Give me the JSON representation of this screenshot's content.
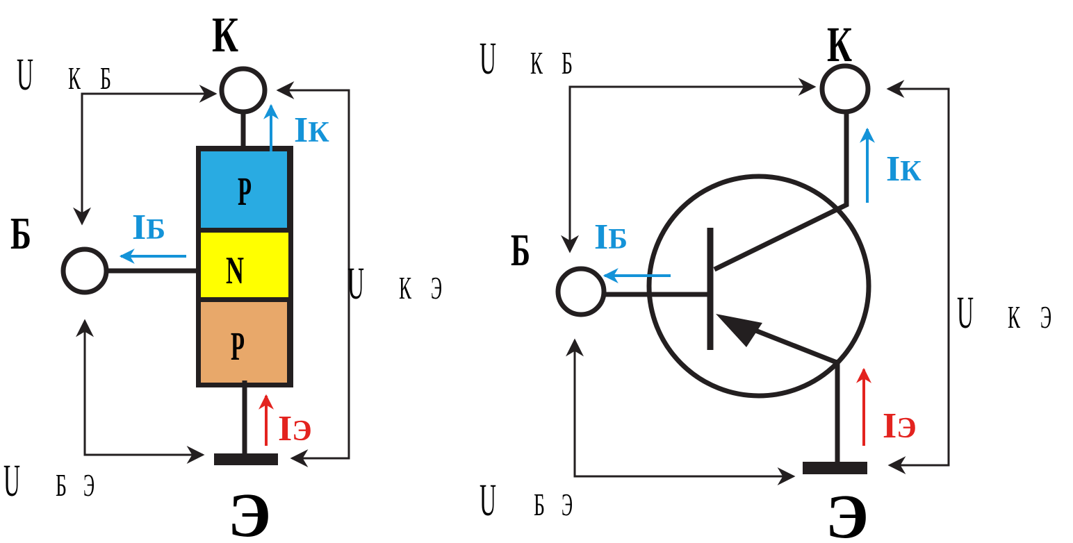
{
  "colors": {
    "p_collector": "#29abe2",
    "n_base": "#ffff00",
    "p_emitter": "#e8a86a",
    "current_blue": "#1493d8",
    "current_red": "#e3231f",
    "line": "#231f20"
  },
  "left": {
    "collector_label": "К",
    "base_label": "Б",
    "emitter_label": "Э",
    "layer_top": "P",
    "layer_mid": "N",
    "layer_bottom": "P",
    "ib": {
      "main": "I",
      "sub": "Б"
    },
    "ik": {
      "main": "I",
      "sub": "К"
    },
    "ie": {
      "main": "I",
      "sub": "Э"
    },
    "ukb": {
      "u": "U",
      "a": "К",
      "b": "Б"
    },
    "uke": {
      "u": "U",
      "a": "К",
      "b": "Э"
    },
    "ube": {
      "u": "U",
      "a": "Б",
      "b": "Э"
    }
  },
  "right": {
    "collector_label": "К",
    "base_label": "Б",
    "emitter_label": "Э",
    "ib": {
      "main": "I",
      "sub": "Б"
    },
    "ik": {
      "main": "I",
      "sub": "К"
    },
    "ie": {
      "main": "I",
      "sub": "Э"
    },
    "ukb": {
      "u": "U",
      "a": "К",
      "b": "Б"
    },
    "uke": {
      "u": "U",
      "a": "К",
      "b": "Э"
    },
    "ube": {
      "u": "U",
      "a": "Б",
      "b": "Э"
    }
  }
}
